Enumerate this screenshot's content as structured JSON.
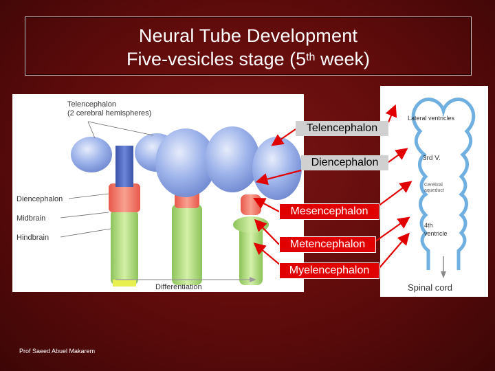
{
  "title": {
    "line1": "Neural Tube Development",
    "line2_pre": "Five-vesicles stage (5",
    "line2_sup": "th",
    "line2_post": " week)"
  },
  "left_figure": {
    "labels": {
      "telencephalon": "Telencephalon",
      "telencephalon_note": "(2 cerebral hemispheres)",
      "diencephalon": "Diencephalon",
      "midbrain": "Midbrain",
      "hindbrain": "Hindbrain",
      "differentiation": "Differentiation"
    }
  },
  "right_figure": {
    "labels": {
      "lateral_ventricles": "Lateral ventricles",
      "third_v": "3rd V.",
      "cerebral": "Cerebral",
      "aqueduct": "aqueduct",
      "fourth": "4th",
      "ventricle": "ventricle",
      "spinal_cord": "Spinal cord"
    }
  },
  "callouts": {
    "telencephalon": "Telencephalon",
    "diencephalon": "Diencephalon",
    "mesencephalon": "Mesencephalon",
    "metencephalon": "Metencephalon",
    "myelencephalon": "Myelencephalon"
  },
  "credit": "Prof Saeed Abuel Makarem",
  "colors": {
    "background": "#5e0b0b",
    "arrow": "#e00000",
    "callout_red": "#e00000",
    "callout_grey": "#d0d0d0",
    "vesicle_blue": "#8fa8e8",
    "diencephalon_red": "#f07060",
    "hindbrain_green": "#a8d870",
    "ventricle_outline": "#6fb0e0"
  }
}
